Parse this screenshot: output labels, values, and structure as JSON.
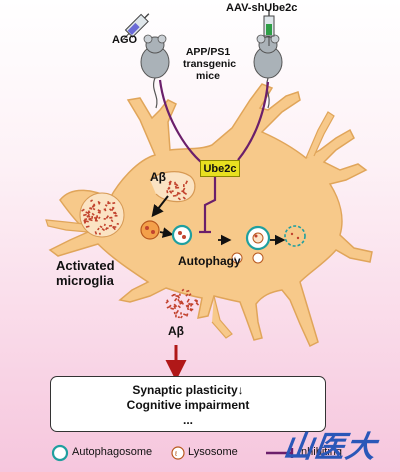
{
  "labels": {
    "ago": "AGO",
    "aav": "AAV-shUbe2c",
    "model_line1": "APP/PS1",
    "model_line2": "transgenic",
    "model_line3": "mice",
    "ube2c": "Ube2c",
    "abeta_top": "Aβ",
    "abeta_bottom": "Aβ",
    "autophagy": "Autophagy",
    "microglia_line1": "Activated",
    "microglia_line2": "microglia"
  },
  "outcome": {
    "line1": "Synaptic plasticity↓",
    "line2": "Cognitive impairment",
    "line3": "..."
  },
  "legend": {
    "autophagosome": "Autophagosome",
    "lysosome": "Lysosome",
    "inhibition": "Inhibiting"
  },
  "logo_text": "山医大",
  "colors": {
    "cell_fill": "#f7c98a",
    "cell_stroke": "#e0a55a",
    "background_top": "#ffffff",
    "background_bottom": "#f6c6dd",
    "pathway": "#6b1f6b",
    "ube2c_box": "#e8e020",
    "autophagosome_ring": "#1f9f9f",
    "abeta_dots": "#c2432e",
    "arrow_red": "#b01818",
    "logo": "#2a57b8"
  }
}
